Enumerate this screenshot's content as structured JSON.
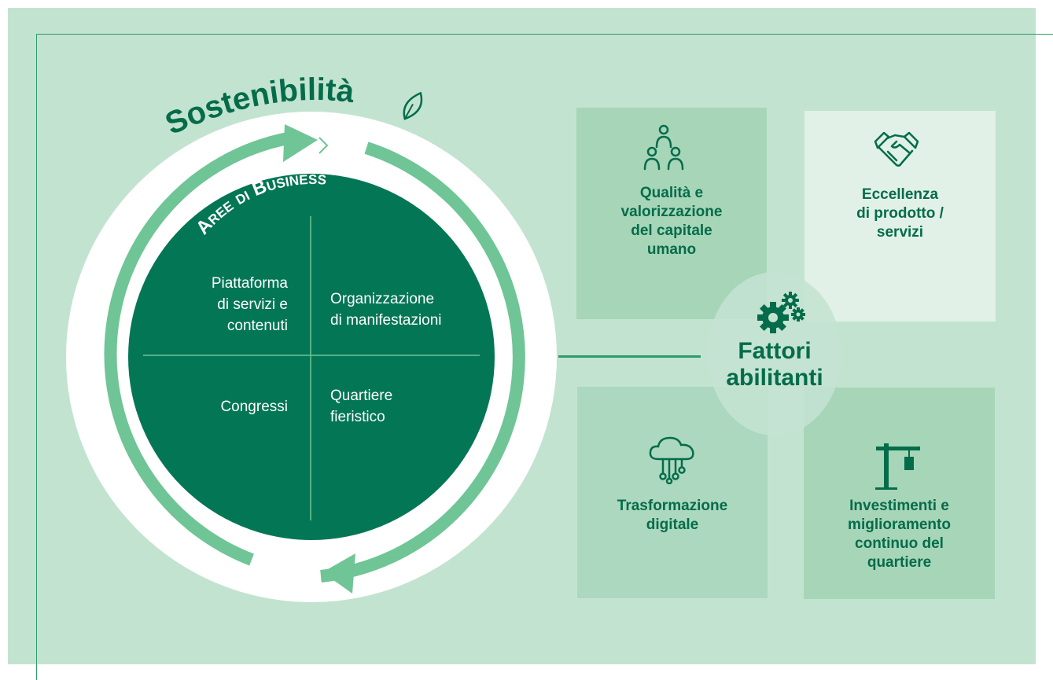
{
  "title": "Sostenibilità",
  "core": {
    "heading": "Aree di Business",
    "quadrants": [
      "Piattaforma di servizi e contenuti",
      "Organizzazione di manifestazioni",
      "Congressi",
      "Quartiere fieristico"
    ]
  },
  "enablers": {
    "label": "Fattori abilitanti",
    "icon": "gears-icon",
    "items": [
      {
        "label": "Qualità e valorizzazione del capitale umano",
        "icon": "people-icon"
      },
      {
        "label": "Eccellenza di prodotto / servizi",
        "icon": "handshake-icon"
      },
      {
        "label": "Trasformazione digitale",
        "icon": "cloud-circuit-icon"
      },
      {
        "label": "Investimenti e miglioramento continuo del quartiere",
        "icon": "crane-icon"
      }
    ]
  },
  "colors": {
    "background": "#c3e3d1",
    "dark_green": "#037655",
    "arrow_green": "#6fc595",
    "text_green": "#046c4a"
  }
}
